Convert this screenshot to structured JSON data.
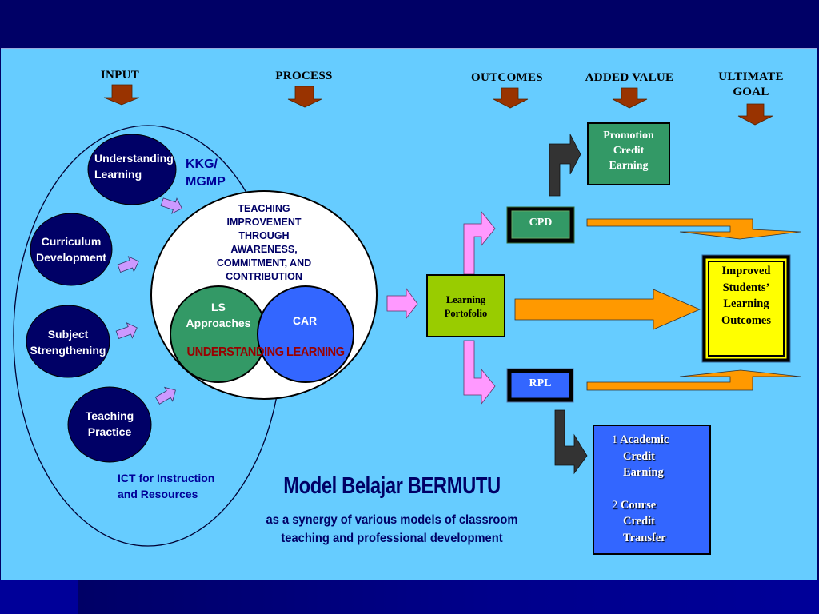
{
  "slide": {
    "title": "Model Belajar BERMUTU",
    "subtitle_line1": "as a synergy of various models of classroom",
    "subtitle_line2": "teaching and professional development"
  },
  "headers": {
    "input": "INPUT",
    "process": "PROCESS",
    "outcomes": "OUTCOMES",
    "added_value": "ADDED VALUE",
    "ultimate_goal_line1": "ULTIMATE",
    "ultimate_goal_line2": "GOAL"
  },
  "inputs": [
    {
      "line1": "Understanding",
      "line2": "Learning"
    },
    {
      "line1": "Curriculum",
      "line2": "Development"
    },
    {
      "line1": "Subject",
      "line2": "Strengthening"
    },
    {
      "line1": "Teaching",
      "line2": "Practice"
    }
  ],
  "kkg": {
    "line1": "KKG/",
    "line2": "MGMP"
  },
  "ict": {
    "line1": "ICT for Instruction",
    "line2": "and Resources"
  },
  "process": {
    "lines": [
      "TEACHING",
      "IMPROVEMENT",
      "THROUGH",
      "AWARENESS,",
      "COMMITMENT, AND",
      "CONTRIBUTION"
    ],
    "ls_line1": "LS",
    "ls_line2": "Approaches",
    "car": "CAR",
    "understanding": "UNDERSTANDING LEARNING"
  },
  "portfolio": {
    "line1": "Learning",
    "line2": "Portofolio"
  },
  "cpd": "CPD",
  "rpl": "RPL",
  "promotion": {
    "line1": "Promotion",
    "line2": "Credit",
    "line3": "Earning"
  },
  "academic": {
    "item1_num": "1",
    "item1_line1": "Academic",
    "item1_line2": "Credit",
    "item1_line3": "Earning",
    "item2_num": "2",
    "item2_line1": "Course",
    "item2_line2": "Credit",
    "item2_line3": "Transfer"
  },
  "goal": {
    "line1": "Improved",
    "line2": "Students’",
    "line3": "Learning",
    "line4": "Outcomes"
  },
  "colors": {
    "background": "#66CCFF",
    "frame": "#000066",
    "navy_oval": "#000066",
    "brown_arrow": "#993300",
    "orange_arrow": "#FF9900",
    "pink_arrow": "#FF99FF",
    "green_box": "#339966",
    "lime_box": "#99CC00",
    "blue_box": "#3366FF",
    "yellow_box": "#FFFF00",
    "dark_arrow": "#333333",
    "red_text": "#990000"
  }
}
